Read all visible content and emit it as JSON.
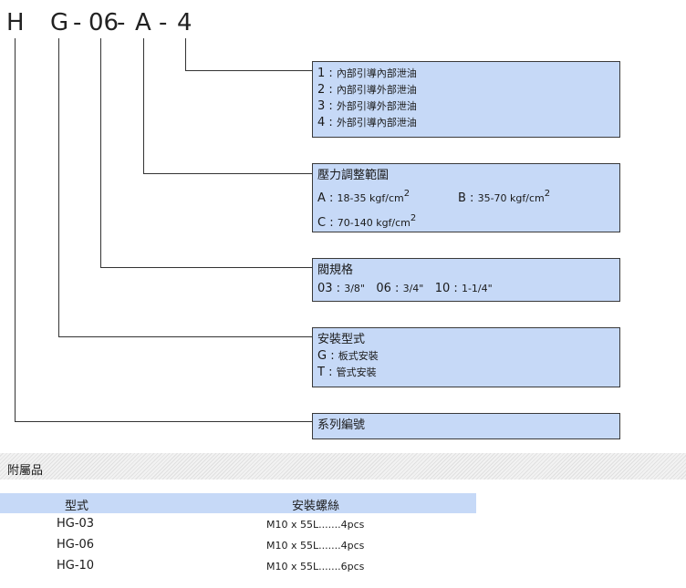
{
  "model_code": {
    "c1": "H",
    "c2": "G",
    "c3": "-",
    "c4": "06",
    "c5": "-",
    "c6": "A",
    "c7": "-",
    "c8": "4"
  },
  "drain": {
    "items": [
      {
        "key": "1 :",
        "text": "內部引導內部泄油"
      },
      {
        "key": "2 :",
        "text": "內部引導外部泄油"
      },
      {
        "key": "3 :",
        "text": "外部引導外部泄油"
      },
      {
        "key": "4 :",
        "text": "外部引導內部泄油"
      }
    ]
  },
  "pressure": {
    "title": "壓力調整範圍",
    "a_key": "A :",
    "a_val": "18-35 kgf/cm",
    "b_key": "B :",
    "b_val": "35-70 kgf/cm",
    "c_key": "C :",
    "c_val": "70-140 kgf/cm",
    "exp": "2"
  },
  "size": {
    "title": "閥規格",
    "k1": "03 :",
    "v1": "3/8\"",
    "k2": "06 :",
    "v2": "3/4\"",
    "k3": "10 :",
    "v3": "1-1/4\""
  },
  "mount": {
    "title": "安裝型式",
    "g_key": "G :",
    "g_val": "板式安裝",
    "t_key": "T :",
    "t_val": "管式安裝"
  },
  "series": {
    "title": "系列編號"
  },
  "accessories": {
    "title": "附屬品",
    "headers": [
      "型式",
      "安裝螺絲"
    ],
    "rows": [
      {
        "model": "HG-03",
        "screw": "M10 x 55L.......4pcs"
      },
      {
        "model": "HG-06",
        "screw": "M10 x 55L.......4pcs"
      },
      {
        "model": "HG-10",
        "screw": "M10 x 55L.......6pcs"
      }
    ]
  }
}
